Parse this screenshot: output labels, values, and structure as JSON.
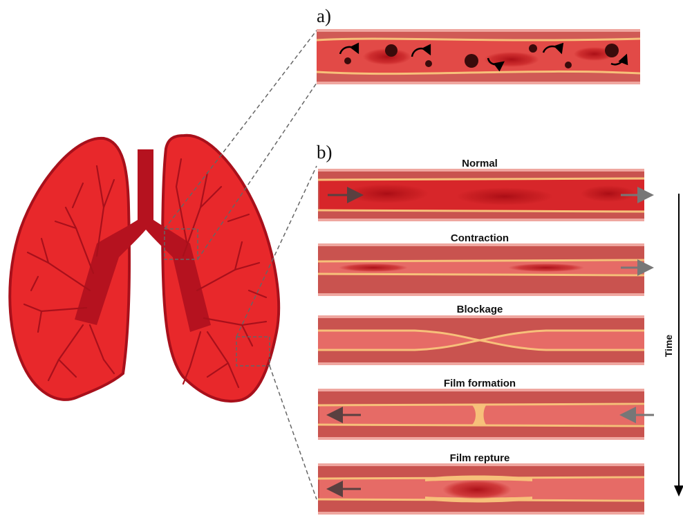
{
  "panels": {
    "a": "a)",
    "b": "b)"
  },
  "stages": [
    {
      "label": "Normal"
    },
    {
      "label": "Contraction"
    },
    {
      "label": "Blockage"
    },
    {
      "label": "Film formation"
    },
    {
      "label": "Film repture"
    }
  ],
  "time_label": "Time",
  "colors": {
    "lung": "#e8282b",
    "lung_outline": "#a8101b",
    "airway": "#b5121f",
    "vessel_wall": "#c9534f",
    "vessel_outer": "#efa7a0",
    "vessel_lumen": "#e66b66",
    "film": "#f7c07a",
    "arrow": "#5a4a4a",
    "gray_arrow": "#777777"
  }
}
